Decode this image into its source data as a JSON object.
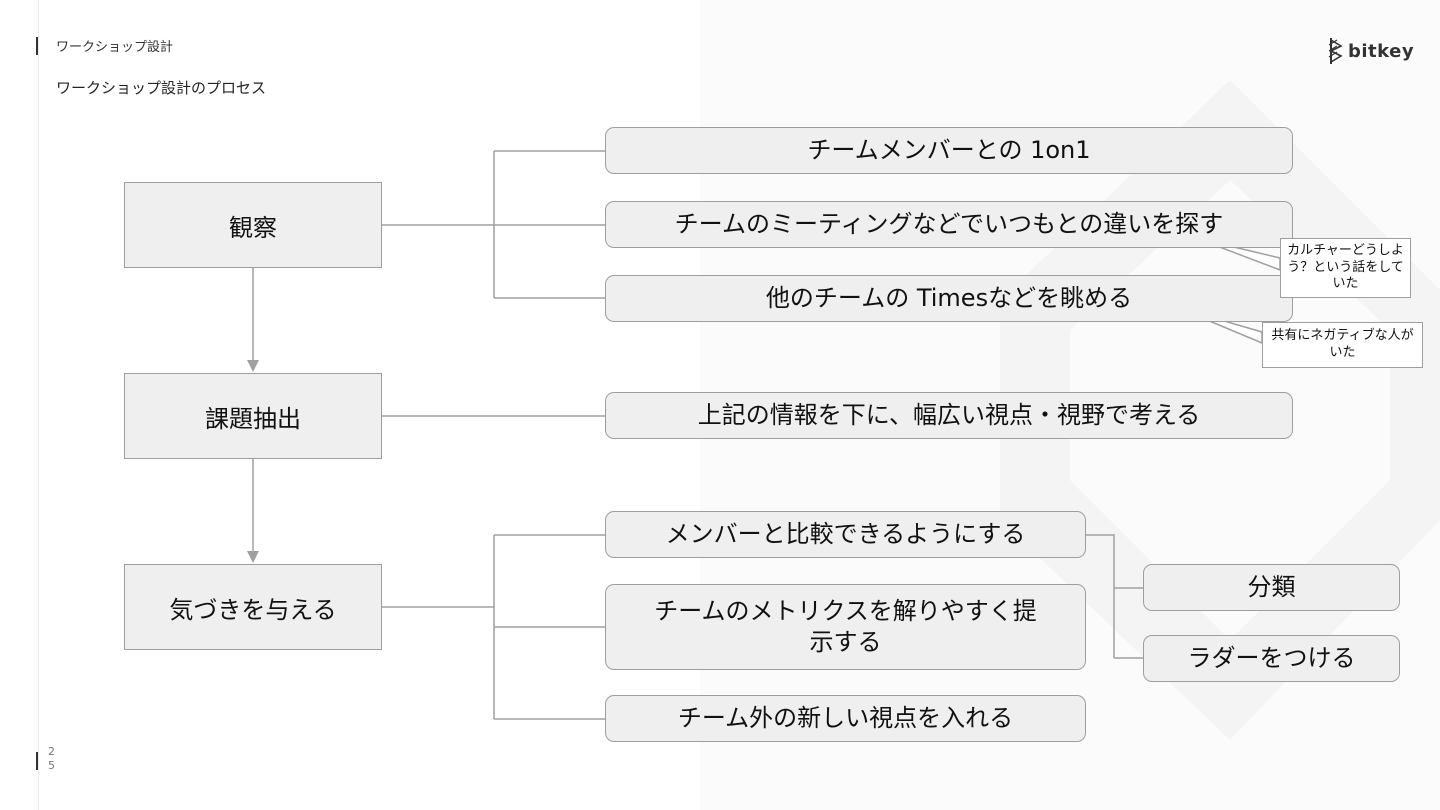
{
  "header": {
    "section_title": "ワークショップ設計",
    "subtitle": "ワークショップ設計のプロセス",
    "logo_text": "bitkey"
  },
  "page_number": "25",
  "diagram": {
    "stages": {
      "observe": "観察",
      "extract": "課題抽出",
      "aware": "気づきを与える"
    },
    "observe_items": [
      "チームメンバーとの 1on1",
      "チームのミーティングなどでいつもとの違いを探す",
      "他のチームの Timesなどを眺める"
    ],
    "extract_items": [
      "上記の情報を下に、幅広い視点・視野で考える"
    ],
    "aware_items": [
      "メンバーと比較できるようにする",
      "チームのメトリクスを解りやすく提示する",
      "チーム外の新しい視点を入れる"
    ],
    "compare_subitems": [
      "分類",
      "ラダーをつける"
    ],
    "notes": [
      "カルチャーどうしよう？という話をしていた",
      "共有にネガティブな人がいた"
    ]
  },
  "colors": {
    "box_fill": "#efefef",
    "box_border": "#9e9e9e",
    "connector": "#a0a0a0"
  }
}
